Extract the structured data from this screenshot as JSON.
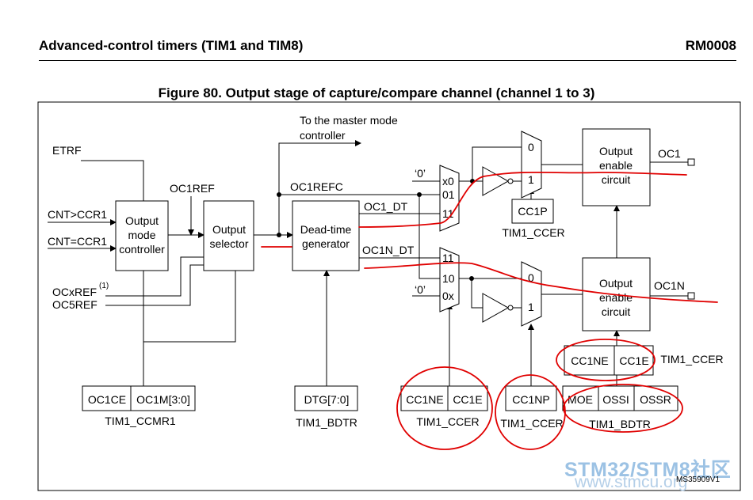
{
  "header": {
    "section": "Advanced-control timers (TIM1 and TIM8)",
    "doc": "RM0008"
  },
  "figure_title": "Figure 80. Output stage of capture/compare channel (channel 1 to 3)",
  "labels": {
    "master_line1": "To the master mode",
    "master_line2": "controller",
    "etrf": "ETRF",
    "oc1ref": "OC1REF",
    "oc1refc": "OC1REFC",
    "cnt_gt": "CNT>CCR1",
    "cnt_eq": "CNT=CCR1",
    "ocxref": "OCxREF",
    "ocxref_sup": "(1)",
    "oc5ref": "OC5REF",
    "oc1_dt": "OC1_DT",
    "oc1n_dt": "OC1N_DT",
    "zero1": "‘0’",
    "zero2": "‘0’",
    "oc1": "OC1",
    "oc1n": "OC1N"
  },
  "blocks": {
    "omc": [
      "Output",
      "mode",
      "controller"
    ],
    "os": [
      "Output",
      "selector"
    ],
    "dt": [
      "Dead-time",
      "generator"
    ],
    "oe1": [
      "Output",
      "enable",
      "circuit"
    ],
    "oe2": [
      "Output",
      "enable",
      "circuit"
    ]
  },
  "mux1_inputs": [
    "x0",
    "01",
    "11"
  ],
  "mux2_inputs": [
    "11",
    "10",
    "0x"
  ],
  "mux_small": [
    "0",
    "1"
  ],
  "registers": {
    "ccmr1": {
      "fields": [
        "OC1CE",
        "OC1M[3:0]"
      ],
      "name": "TIM1_CCMR1"
    },
    "bdtr_dtg": {
      "fields": [
        "DTG[7:0]"
      ],
      "name": "TIM1_BDTR"
    },
    "ccer_main": {
      "fields": [
        "CC1NE",
        "CC1E"
      ],
      "name": "TIM1_CCER"
    },
    "ccer_np": {
      "fields": [
        "CC1NP"
      ],
      "name": "TIM1_CCER"
    },
    "bdtr_main": {
      "fields": [
        "MOE",
        "OSSI",
        "OSSR"
      ],
      "name": "TIM1_BDTR"
    },
    "ccer_p": {
      "fields": [
        "CC1P"
      ],
      "name": "TIM1_CCER"
    },
    "ccer_en": {
      "fields": [
        "CC1NE",
        "CC1E"
      ],
      "name": "TIM1_CCER"
    }
  },
  "watermark": {
    "brand": "STM32/STM8社区",
    "url": "www.stmcu.org"
  },
  "doc_id": "MS35909V1",
  "colors": {
    "annotation": "#e00000",
    "watermark": "#9cc2e4"
  }
}
